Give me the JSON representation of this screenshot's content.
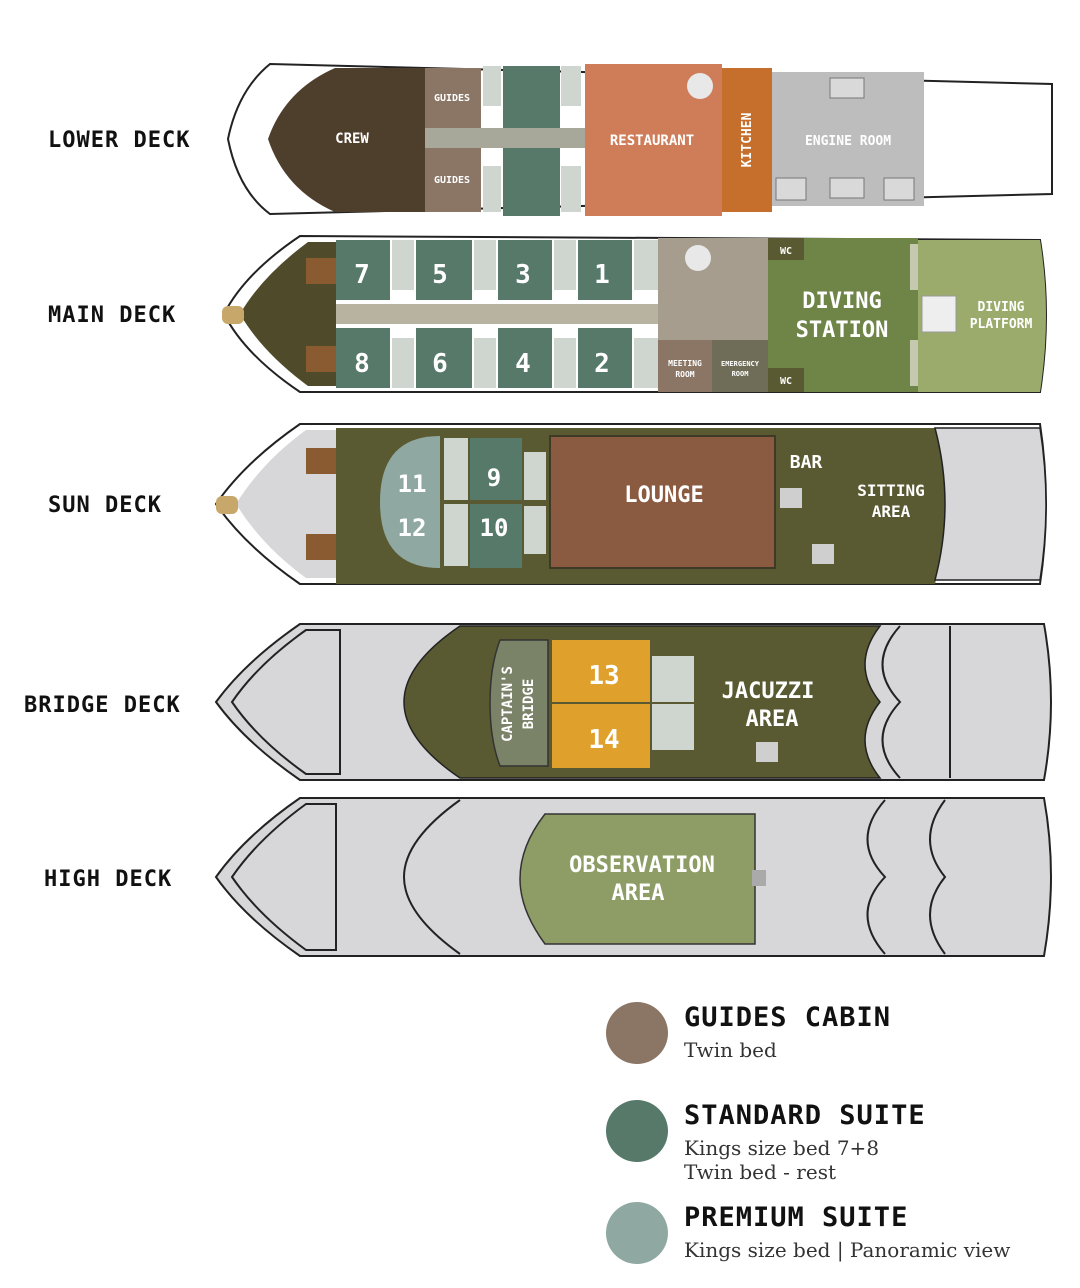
{
  "decks": {
    "lower": {
      "label": "LOWER DECK",
      "crew": "CREW",
      "guides_top": "GUIDES",
      "guides_bottom": "GUIDES",
      "restaurant": "RESTAURANT",
      "kitchen": "KITCHEN",
      "engine_room": "ENGINE ROOM"
    },
    "main": {
      "label": "MAIN DECK",
      "cabins_top": [
        "7",
        "5",
        "3",
        "1"
      ],
      "cabins_bottom": [
        "8",
        "6",
        "4",
        "2"
      ],
      "wc_top": "WC",
      "wc_bottom": "WC",
      "meeting_line1": "MEETING",
      "meeting_line2": "ROOM",
      "emergency_line1": "EMERGENCY",
      "emergency_line2": "ROOM",
      "diving_station_line1": "DIVING",
      "diving_station_line2": "STATION",
      "diving_platform_line1": "DIVING",
      "diving_platform_line2": "PLATFORM"
    },
    "sun": {
      "label": "SUN DECK",
      "cabin_11": "11",
      "cabin_12": "12",
      "cabin_9": "9",
      "cabin_10": "10",
      "lounge": "LOUNGE",
      "bar": "BAR",
      "sitting_line1": "SITTING",
      "sitting_line2": "AREA"
    },
    "bridge": {
      "label": "BRIDGE DECK",
      "captain_line1": "CAPTAIN'S",
      "captain_line2": "BRIDGE",
      "cabin_13": "13",
      "cabin_14": "14",
      "jacuzzi_line1": "JACUZZI",
      "jacuzzi_line2": "AREA"
    },
    "high": {
      "label": "HIGH DECK",
      "observation_line1": "OBSERVATION",
      "observation_line2": "AREA"
    }
  },
  "legend": [
    {
      "title": "GUIDES CABIN",
      "desc_line1": "Twin bed",
      "desc_line2": "",
      "color": "#8b7565"
    },
    {
      "title": "STANDARD SUITE",
      "desc_line1": "Kings size bed  7+8",
      "desc_line2": "Twin bed - rest",
      "color": "#57796a"
    },
    {
      "title": "PREMIUM SUITE",
      "desc_line1": "Kings size bed | Panoramic view",
      "desc_line2": "",
      "color": "#8fa9a2"
    }
  ],
  "colors": {
    "guides_cabin": "#8b7565",
    "standard_suite": "#57796a",
    "premium_suite": "#8fa9a2",
    "crew": "#4e3e2c",
    "restaurant": "#cf7c59",
    "kitchen": "#c66f2c",
    "engine_room": "#bdbdbd",
    "deck_olive": "#5a5a32",
    "diving_station": "#6f8447",
    "diving_platform": "#9bab6c",
    "lounge": "#8a5a41",
    "vip_suite": "#e0a02c",
    "observation": "#8e9d65",
    "hull_grey": "#d7d7d9"
  }
}
